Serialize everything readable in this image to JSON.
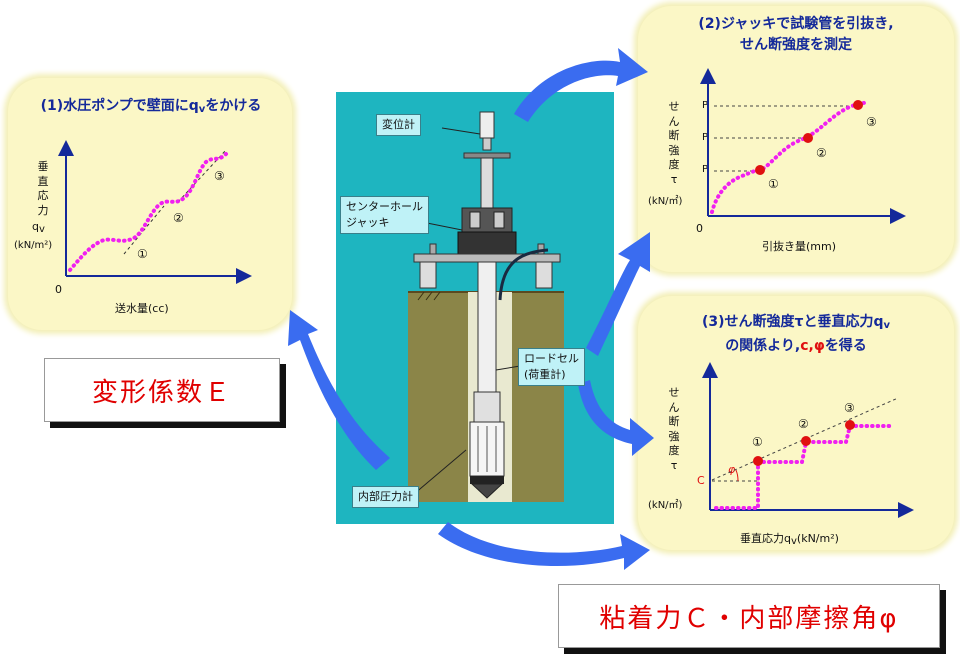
{
  "panel1": {
    "title": "(1)水圧ポンプで壁面にq",
    "title_sub": "v",
    "title_tail": "をかける",
    "ylabel_chars": "垂直応力",
    "ylabel_q": "q",
    "ylabel_q_sub": "v",
    "ylabel_unit": "(kN/m²)",
    "origin": "0",
    "xlabel": "送水量(cc)",
    "markers": [
      "①",
      "②",
      "③"
    ]
  },
  "panel2": {
    "title_line1": "(2)ジャッキで試験管を引抜き,",
    "title_line2": "せん断強度を測定",
    "ylabel_chars": "せん断強度τ",
    "ylabel_unit": "(kN/㎡)",
    "origin": "0",
    "xlabel": "引抜き量(mm)",
    "peak_labels": [
      "P",
      "P",
      "P"
    ],
    "markers": [
      "①",
      "②",
      "③"
    ]
  },
  "panel3": {
    "title_line1": "(3)せん断強度τと垂直応力q",
    "title_line1_sub": "v",
    "title_line2_pre": "の関係より,",
    "title_line2_red": "c,φ",
    "title_line2_post": "を得る",
    "ylabel_chars": "せん断強度τ",
    "ylabel_unit": "(kN/㎡)",
    "c_label": "C",
    "phi_label": "φ",
    "xlabel": "垂直応力q",
    "xlabel_sub": "v",
    "xlabel_unit": "(kN/m²)",
    "markers": [
      "①",
      "②",
      "③"
    ]
  },
  "device": {
    "displacement": "変位計",
    "jack_line1": "センターホール",
    "jack_line2": "ジャッキ",
    "loadcell_line1": "ロードセル",
    "loadcell_line2": "(荷重計)",
    "pressure": "内部圧力計"
  },
  "results": {
    "modulus": "変形係数Ｅ",
    "cohesion": "粘着力Ｃ・内部摩擦角φ"
  },
  "colors": {
    "title_blue": "#14299a",
    "panel_yellow": "#fbf7c6",
    "arrow_blue": "#3a6cf0",
    "dot_magenta": "#f020f0",
    "point_red": "#e01010",
    "device_bg": "#1eb5c0",
    "soil": "#8b8548"
  }
}
